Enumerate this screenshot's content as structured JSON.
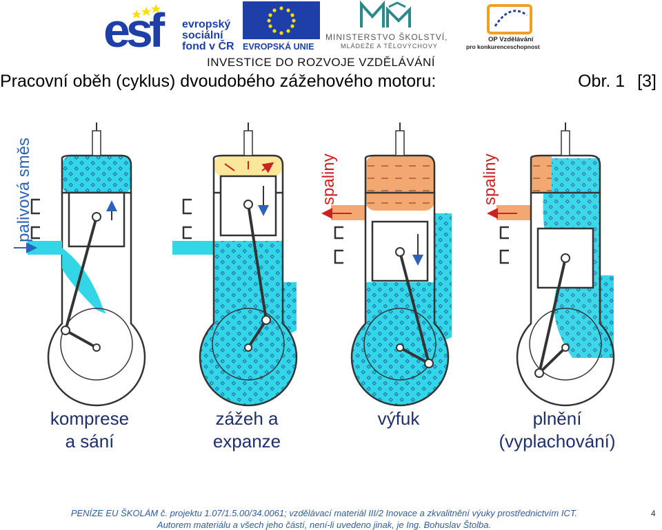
{
  "logos": {
    "esf_lines": [
      "evropský",
      "sociální",
      "fond v ČR"
    ],
    "eu_label": "EVROPSKÁ UNIE",
    "msmt_lines": [
      "MINISTERSTVO ŠKOLSTVÍ,",
      "MLÁDEŽE A TĚLOVÝCHOVY"
    ],
    "op_lines": [
      "OP Vzdělávání",
      "pro konkurenceschopnost"
    ],
    "investice": "INVESTICE DO ROZVOJE VZDĚLÁVÁNÍ"
  },
  "title": "Pracovní oběh (cyklus) dvoudobého zážehového motoru:",
  "figure_ref": "Obr. 1",
  "citation": "[3]",
  "diagram": {
    "side_label_1": "palivová směs",
    "side_label_2": "spaliny",
    "side_label_3": "spaliny",
    "stage_1": [
      "komprese",
      "a sání"
    ],
    "stage_2": [
      "zážeh a",
      "expanze"
    ],
    "stage_3": [
      "výfuk"
    ],
    "stage_4": [
      "plnění",
      "(vyplachování)"
    ]
  },
  "footer": {
    "line1": "PENÍZE EU ŠKOLÁM č. projektu 1.07/1.5.00/34.0061; vzdělávací materiál III/2 Inovace a zkvalitnění výuky prostřednictvím ICT.",
    "line2": "Autorem materiálu a všech jeho částí, není-li uvedeno jinak, je Ing. Bohuslav Štolba."
  },
  "page_number": "4",
  "colors": {
    "cyan": "#32d6e6",
    "orange": "#f2a870",
    "yellow": "#fae79a",
    "red": "#cc2222",
    "blue": "#2a63b8",
    "eu_blue": "#1f3fa8",
    "eu_star": "#ffde00",
    "footer": "#2f5c9c"
  }
}
